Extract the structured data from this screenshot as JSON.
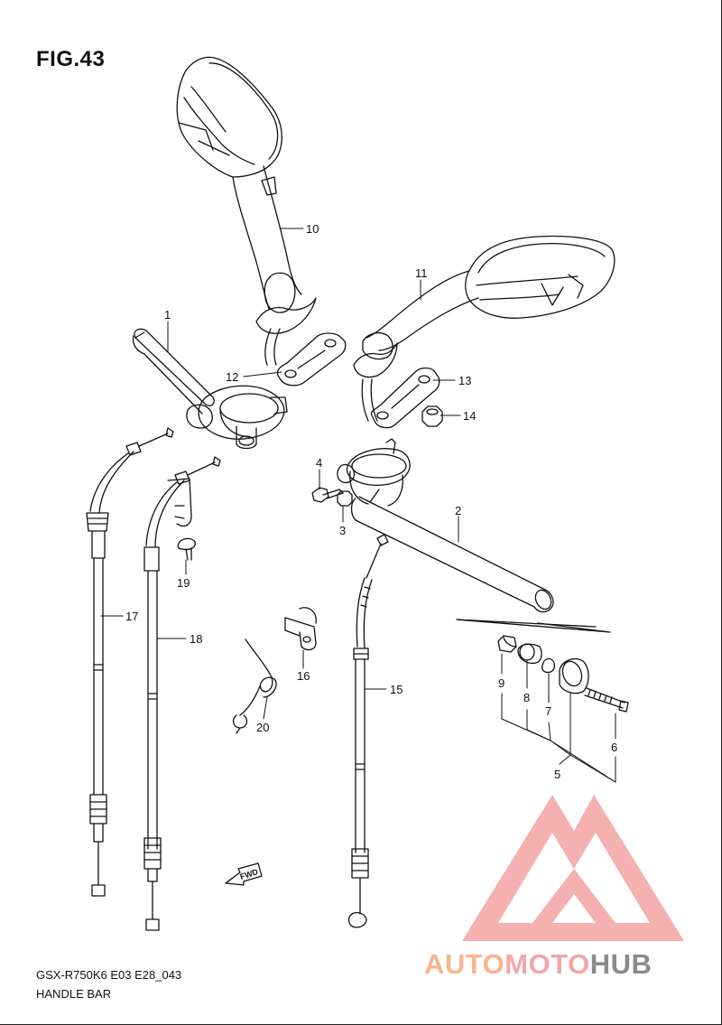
{
  "figure": {
    "title": "FIG.43"
  },
  "footer": {
    "code": "GSX-R750K6 E03 E28_043",
    "name": "HANDLE BAR"
  },
  "callouts": {
    "c1": "1",
    "c2": "2",
    "c3": "3",
    "c4": "4",
    "c5": "5",
    "c6": "6",
    "c7": "7",
    "c8": "8",
    "c9": "9",
    "c10": "10",
    "c11": "11",
    "c12": "12",
    "c13": "13",
    "c14": "14",
    "c15": "15",
    "c16": "16",
    "c17": "17",
    "c18": "18",
    "c19": "19",
    "c20": "20"
  },
  "fwd_badge": {
    "label": "FWD"
  },
  "watermark": {
    "part1": "AUTO",
    "part2": "MOTO",
    "part3": "HUB",
    "color_auto": "#f9b58e",
    "color_moto": "#f2a7a7",
    "color_hub": "#8a8a8a",
    "logo_color": "#f08a8a"
  }
}
